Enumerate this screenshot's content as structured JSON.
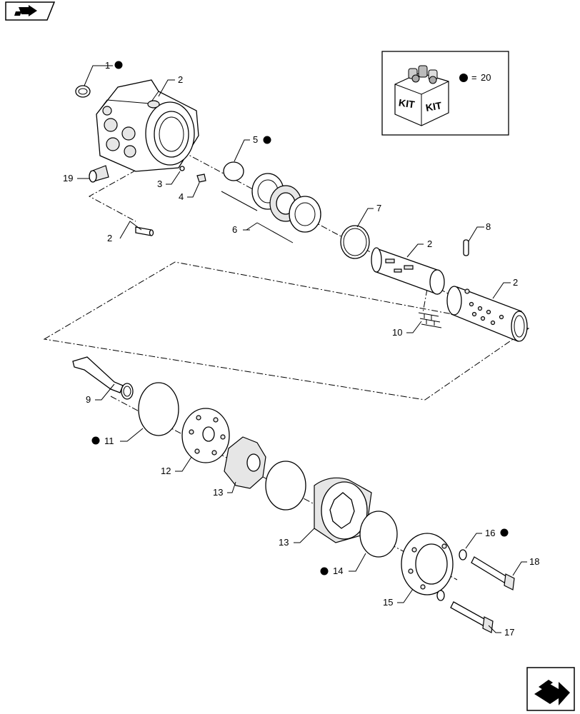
{
  "labels": {
    "p1": "1",
    "p2a": "2",
    "p2b": "2",
    "p2c": "2",
    "p2d": "2",
    "p3": "3",
    "p4": "4",
    "p5": "5",
    "p6": "6",
    "p7": "7",
    "p8": "8",
    "p9": "9",
    "p10": "10",
    "p11": "11",
    "p12": "12",
    "p13a": "13",
    "p13b": "13",
    "p14": "14",
    "p15": "15",
    "p16": "16",
    "p17": "17",
    "p18": "18",
    "p19": "19"
  },
  "kit_legend": {
    "box_text_1": "KIT",
    "box_text_2": "KIT",
    "equals": "=",
    "number": "20"
  },
  "icons": {
    "top_left": "previous-page-arrow-icon",
    "bottom_right": "next-page-arrow-icon",
    "kit_marker": "black-dot-icon"
  }
}
